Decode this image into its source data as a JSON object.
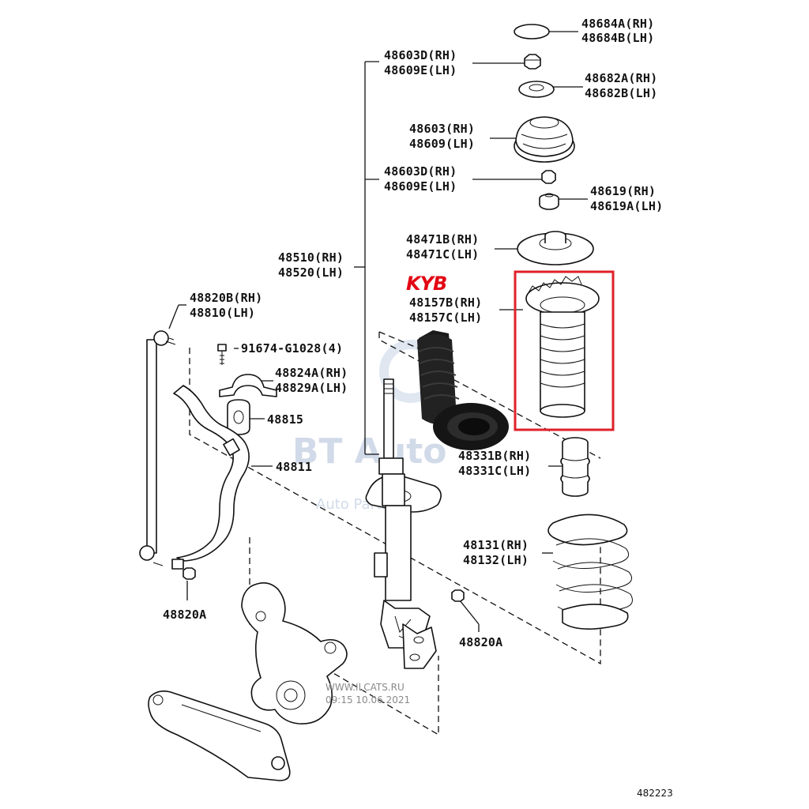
{
  "labels": {
    "p48684": [
      "48684A(RH)",
      "48684B(LH)"
    ],
    "p48603_top": [
      "48603D(RH)",
      "48609E(LH)"
    ],
    "p48682": [
      "48682A(RH)",
      "48682B(LH)"
    ],
    "p48603": [
      "48603(RH)",
      "48609(LH)"
    ],
    "p48603_mid": [
      "48603D(RH)",
      "48609E(LH)"
    ],
    "p48619": [
      "48619(RH)",
      "48619A(LH)"
    ],
    "p48471": [
      "48471B(RH)",
      "48471C(LH)"
    ],
    "p48510": [
      "48510(RH)",
      "48520(LH)"
    ],
    "p48157": [
      "48157B(RH)",
      "48157C(LH)"
    ],
    "p48820b": [
      "48820B(RH)",
      "48810(LH)"
    ],
    "p91674": "91674-G1028(4)",
    "p48824": [
      "48824A(RH)",
      "48829A(LH)"
    ],
    "p48815": "48815",
    "p48811": "48811",
    "p48331": [
      "48331B(RH)",
      "48331C(LH)"
    ],
    "p48131": [
      "48131(RH)",
      "48132(LH)"
    ],
    "p48820a_left": "48820A",
    "p48820a_right": "48820A"
  },
  "brand": {
    "logo_text": "KYB",
    "logo_color": "#e30613"
  },
  "highlight_color": "#e0202a",
  "watermark": {
    "brand": "BT Auto",
    "store": "Auto Parts Store",
    "site": "WWW.ILCATS.RU",
    "stamp": "09:15 10.06.2021"
  },
  "diagram_id": "482223"
}
